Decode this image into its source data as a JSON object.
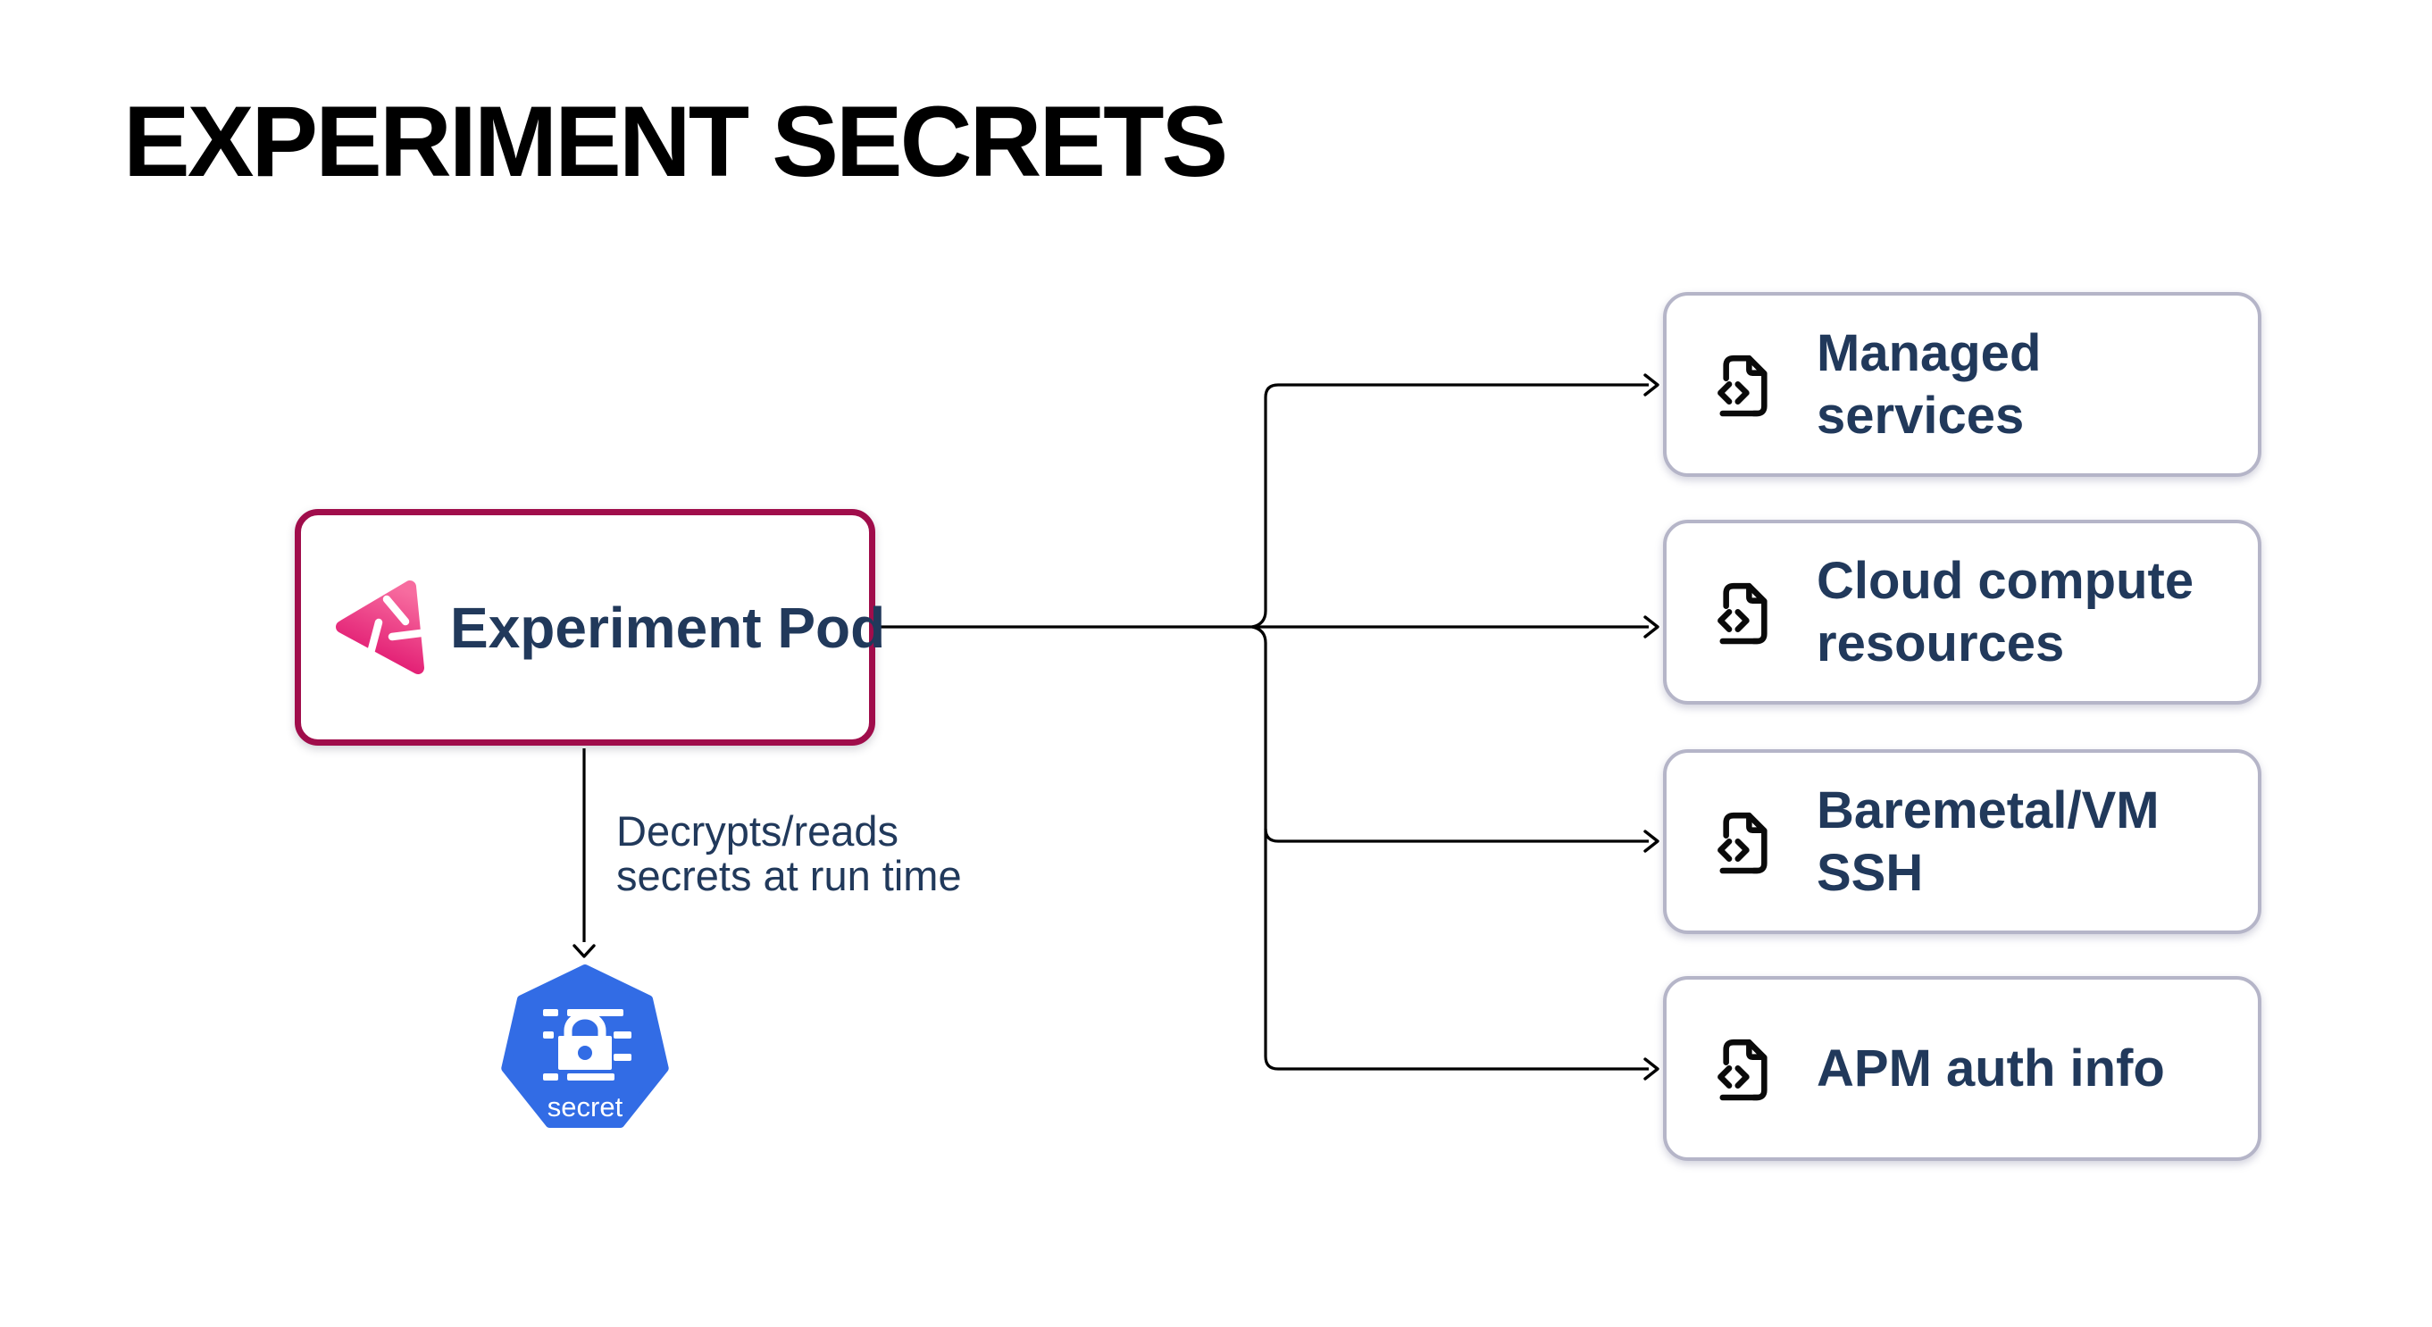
{
  "title": "EXPERIMENT SECRETS",
  "pod": {
    "label": "Experiment Pod",
    "icon": "litmus-chaos-logo",
    "border_color": "#A00D4B"
  },
  "note": {
    "lines": [
      "Decrypts/reads",
      "secrets at run time"
    ]
  },
  "secret": {
    "label": "secret",
    "icon": "kubernetes-secret-icon",
    "color": "#326CE5"
  },
  "targets": [
    {
      "label": "Managed services",
      "icon": "file-code-icon"
    },
    {
      "label": "Cloud compute resources",
      "icon": "file-code-icon"
    },
    {
      "label": "Baremetal/VM SSH",
      "icon": "file-code-icon"
    },
    {
      "label": "APM auth info",
      "icon": "file-code-icon"
    }
  ],
  "colors": {
    "pod_border": "#A00D4B",
    "node_border": "#B5B5C8",
    "text_navy": "#21395B",
    "line": "#000000",
    "kubernetes_blue": "#326CE5",
    "logo_pink_light": "#F76C9F",
    "logo_pink_dark": "#DF116D",
    "background": "#FFFFFF",
    "title": "#000000"
  }
}
